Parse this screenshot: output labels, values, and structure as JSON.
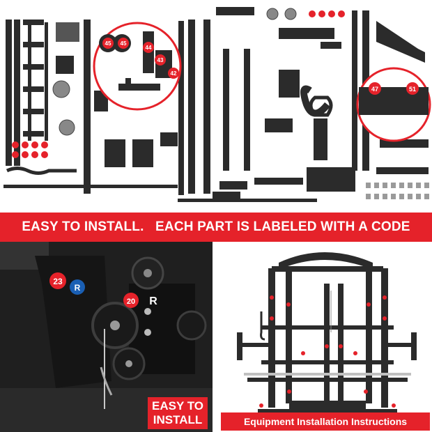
{
  "banner": {
    "text": "EASY TO INSTALL.   EACH PART IS LABELED WITH A CODE"
  },
  "parts": {
    "zoom_left_labels": [
      "45",
      "45",
      "44",
      "43",
      "42"
    ],
    "zoom_right_labels": [
      "47",
      "51"
    ]
  },
  "photo_left": {
    "badge_red": "23",
    "badge_blue": "R",
    "badge_pulley": "20",
    "badge_pulley_letter": "R",
    "tag_line1": "EASY TO",
    "tag_line2": "INSTALL"
  },
  "photo_right": {
    "caption": "Equipment Installation Instructions"
  },
  "colors": {
    "accent": "#e5222a",
    "badge_blue": "#1a5fb4",
    "steel": "#2b2b2b"
  }
}
